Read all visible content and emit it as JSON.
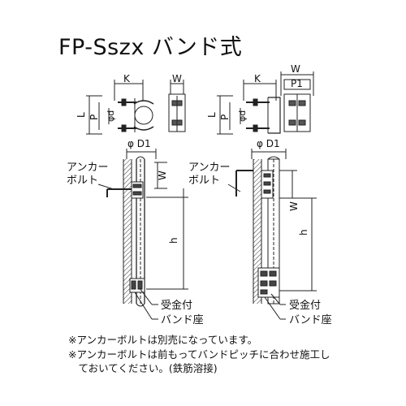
{
  "title": "FP-Sszx バンド式",
  "dims": {
    "K": "K",
    "W": "W",
    "L": "L",
    "P": "P",
    "d": "φd",
    "P1": "P1",
    "D1": "φ D1",
    "h": "h"
  },
  "labels": {
    "anchor_line1": "アンカー",
    "anchor_line2": "ボルト",
    "receiver": "受金付",
    "band_seat": "バンド座"
  },
  "notes": [
    "※アンカーボルトは別売になっています。",
    "※アンカーボルトは前もってバンドピッチに合わせ施工し",
    "　ておいてください。(鉄筋溶接)"
  ]
}
